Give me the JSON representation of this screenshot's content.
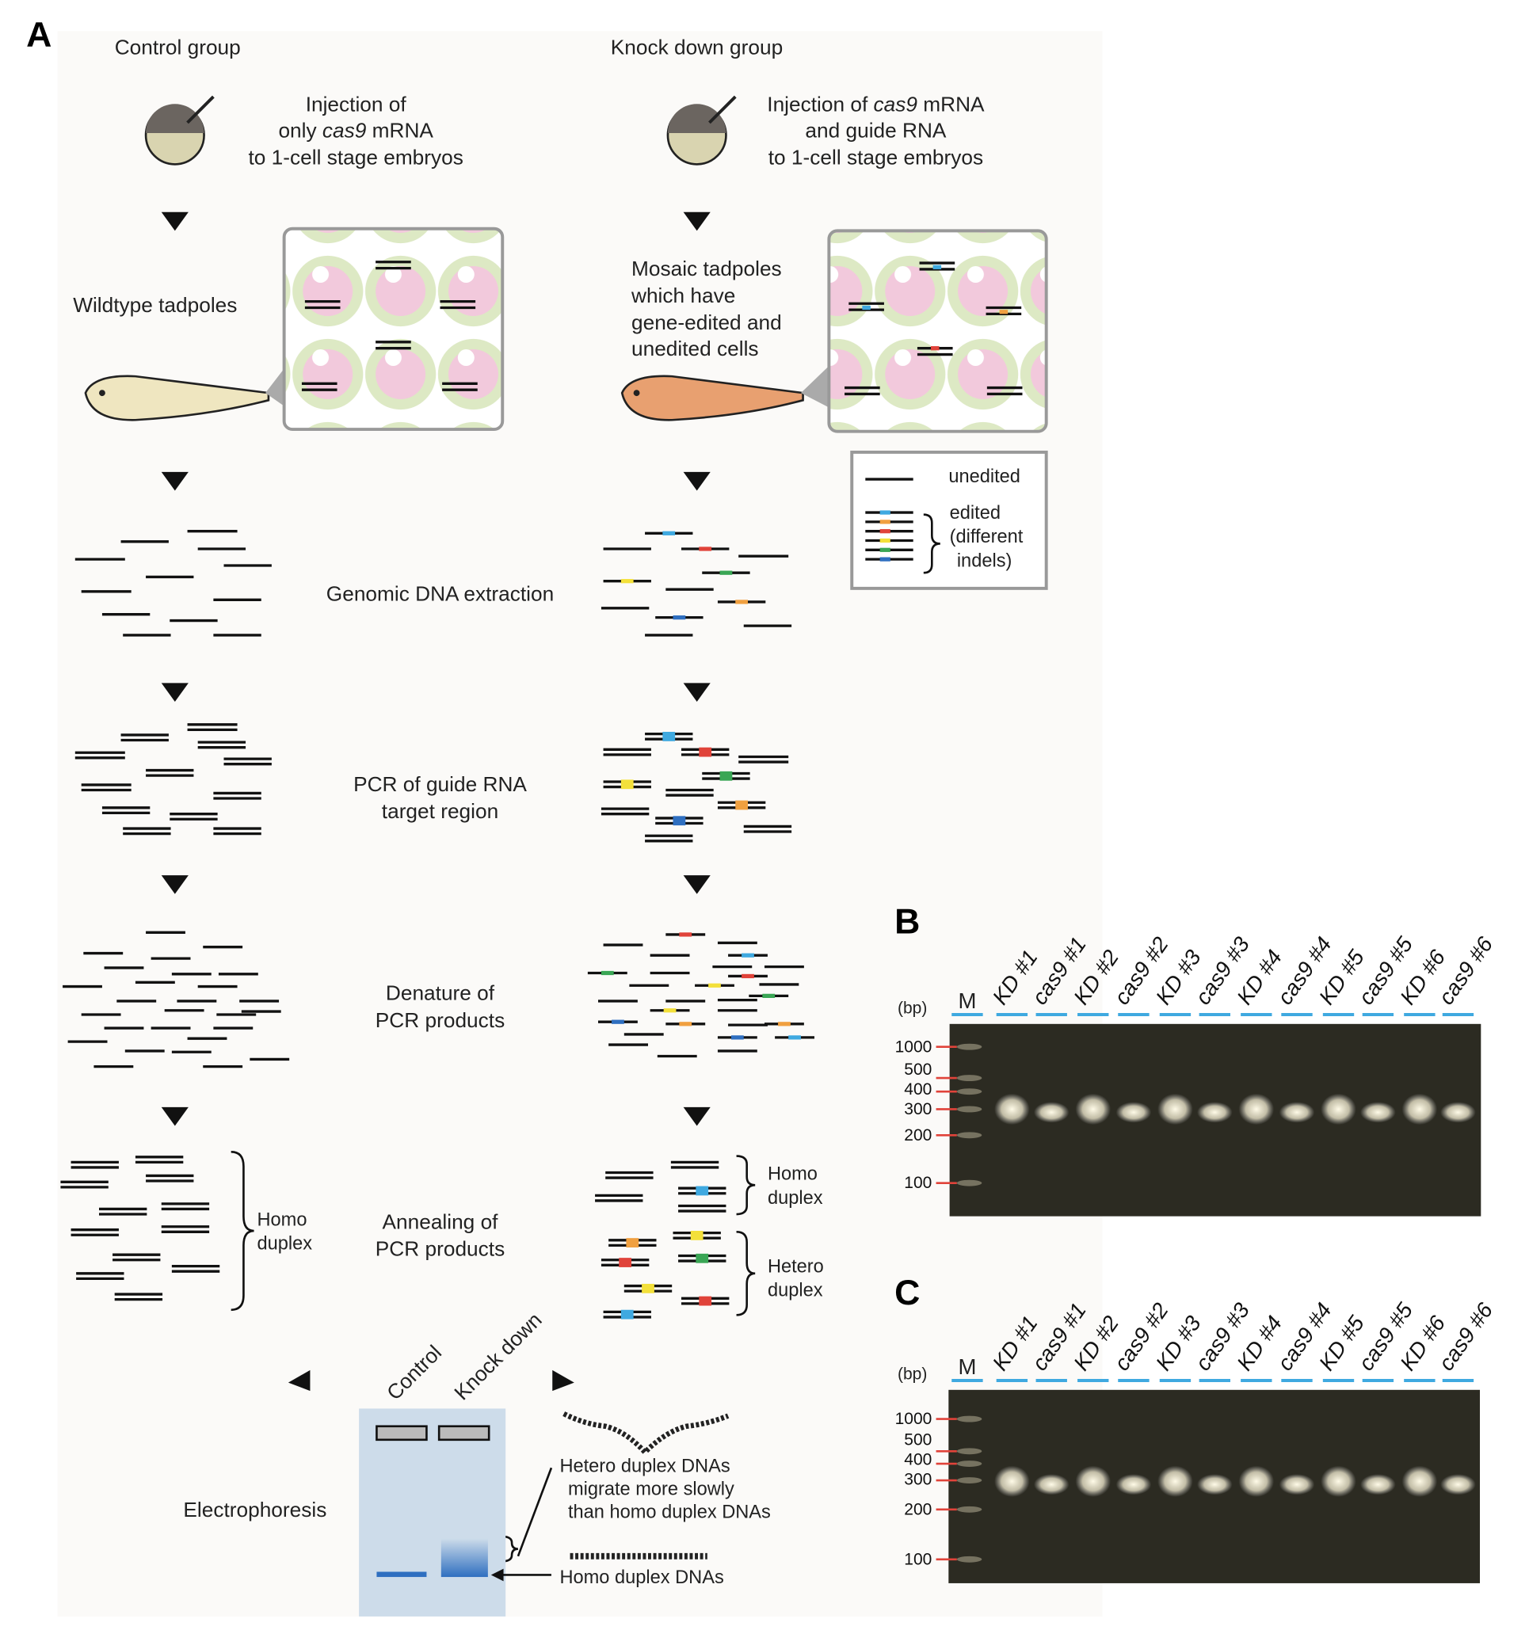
{
  "panel_a": {
    "label": "A",
    "control": {
      "title": "Control group",
      "injection": [
        "Injection of",
        "only ",
        "cas9",
        " mRNA",
        "to 1-cell stage embryos"
      ],
      "tadpoles": "Wildtype tadpoles",
      "homo_duplex": [
        "Homo",
        "duplex"
      ]
    },
    "knockdown": {
      "title": "Knock down group",
      "injection": [
        "Injection of ",
        "cas9",
        " mRNA",
        "and guide RNA",
        "to 1-cell stage embryos"
      ],
      "tadpoles": [
        "Mosaic tadpoles",
        "which have",
        "gene-edited and",
        "unedited cells"
      ],
      "homo_duplex": [
        "Homo",
        "duplex"
      ],
      "hetero_duplex": [
        "Hetero",
        "duplex"
      ]
    },
    "legend": {
      "unedited": "unedited",
      "edited": [
        "edited",
        "(different",
        "indels)"
      ]
    },
    "steps": {
      "extraction": "Genomic DNA extraction",
      "pcr": [
        "PCR of guide RNA",
        "target region"
      ],
      "denature": [
        "Denature of",
        "PCR products"
      ],
      "annealing": [
        "Annealing of",
        "PCR products"
      ],
      "electrophoresis": "Electrophoresis"
    },
    "gel": {
      "lanes": [
        "Control",
        "Knock down"
      ],
      "hetero_note": [
        "Hetero duplex DNAs",
        "migrate more slowly",
        "than homo duplex DNAs"
      ],
      "homo_note": "Homo duplex DNAs"
    },
    "colors": {
      "indels": [
        "#3fa9e0",
        "#e0433a",
        "#3aa655",
        "#f3e03a",
        "#f0a040",
        "#2f6fc0"
      ],
      "gel_bg": "#cddcea",
      "band": "#2f6fc0"
    }
  },
  "panel_b": {
    "label": "B",
    "unit": "(bp)",
    "marker": "M",
    "lanes": [
      "KD #1",
      "cas9 #1",
      "KD #2",
      "cas9 #2",
      "KD #3",
      "cas9 #3",
      "KD #4",
      "cas9 #4",
      "KD #5",
      "cas9 #5",
      "KD #6",
      "cas9 #6"
    ],
    "ladder": [
      "1000",
      "500",
      "400",
      "300",
      "200",
      "100"
    ]
  },
  "panel_c": {
    "label": "C",
    "unit": "(bp)",
    "marker": "M",
    "lanes": [
      "KD #1",
      "cas9 #1",
      "KD #2",
      "cas9 #2",
      "KD #3",
      "cas9 #3",
      "KD #4",
      "cas9 #4",
      "KD #5",
      "cas9 #5",
      "KD #6",
      "cas9 #6"
    ],
    "ladder": [
      "1000",
      "500",
      "400",
      "300",
      "200",
      "100"
    ]
  }
}
